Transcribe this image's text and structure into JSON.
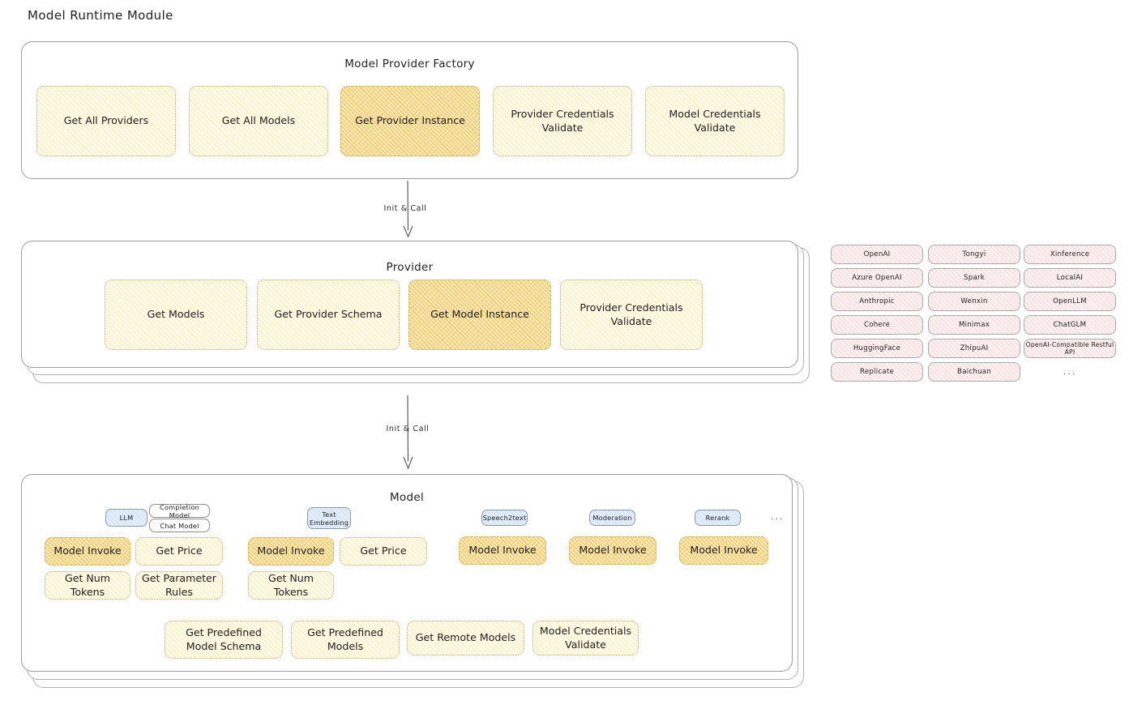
{
  "page": {
    "title": "Model Runtime Module"
  },
  "factory": {
    "title": "Model Provider Factory",
    "nodes": [
      {
        "label": "Get All Providers",
        "highlight": false
      },
      {
        "label": "Get All Models",
        "highlight": false
      },
      {
        "label": "Get Provider Instance",
        "highlight": true
      },
      {
        "label": "Provider Credentials Validate",
        "highlight": false
      },
      {
        "label": "Model Credentials Validate",
        "highlight": false
      }
    ]
  },
  "arrows": [
    {
      "label": "Init & Call"
    },
    {
      "label": "Init & Call"
    }
  ],
  "provider": {
    "title": "Provider",
    "nodes": [
      {
        "label": "Get Models",
        "highlight": false
      },
      {
        "label": "Get Provider Schema",
        "highlight": false
      },
      {
        "label": "Get Model Instance",
        "highlight": true
      },
      {
        "label": "Provider Credentials Validate",
        "highlight": false
      }
    ]
  },
  "provider_list": {
    "columns": [
      [
        "OpenAI",
        "Azure OpenAI",
        "Anthropic",
        "Cohere",
        "HuggingFace",
        "Replicate"
      ],
      [
        "Tongyi",
        "Spark",
        "Wenxin",
        "Minimax",
        "ZhipuAI",
        "Baichuan"
      ],
      [
        "Xinference",
        "LocalAI",
        "OpenLLM",
        "ChatGLM",
        "OpenAI-Compatible Restful API"
      ]
    ],
    "ellipsis": "..."
  },
  "model": {
    "title": "Model",
    "ellipsis": "...",
    "types": [
      {
        "name": "LLM",
        "sub_pills": [
          "Completion Model",
          "Chat Model"
        ],
        "nodes": [
          {
            "label": "Model Invoke",
            "highlight": true
          },
          {
            "label": "Get Price",
            "highlight": false
          },
          {
            "label": "Get Num Tokens",
            "highlight": false
          },
          {
            "label": "Get Parameter Rules",
            "highlight": false
          }
        ]
      },
      {
        "name": "Text Embedding",
        "sub_pills": [],
        "nodes": [
          {
            "label": "Model Invoke",
            "highlight": true
          },
          {
            "label": "Get Price",
            "highlight": false
          },
          {
            "label": "Get Num Tokens",
            "highlight": false
          }
        ]
      },
      {
        "name": "Speech2text",
        "sub_pills": [],
        "nodes": [
          {
            "label": "Model Invoke",
            "highlight": true
          }
        ]
      },
      {
        "name": "Moderation",
        "sub_pills": [],
        "nodes": [
          {
            "label": "Model Invoke",
            "highlight": true
          }
        ]
      },
      {
        "name": "Rerank",
        "sub_pills": [],
        "nodes": [
          {
            "label": "Model Invoke",
            "highlight": true
          }
        ]
      }
    ],
    "common_nodes": [
      {
        "label": "Get Predefined Model Schema"
      },
      {
        "label": "Get Predefined Models"
      },
      {
        "label": "Get Remote Models"
      },
      {
        "label": "Model Credentials Validate"
      }
    ]
  },
  "colors": {
    "node_fill": "#fefaea",
    "node_highlight_fill": "#fbeec4",
    "provider_chip_fill": "#fdf1f2",
    "pill_fill": "#e3eefa",
    "border": "#9a9a9a"
  }
}
